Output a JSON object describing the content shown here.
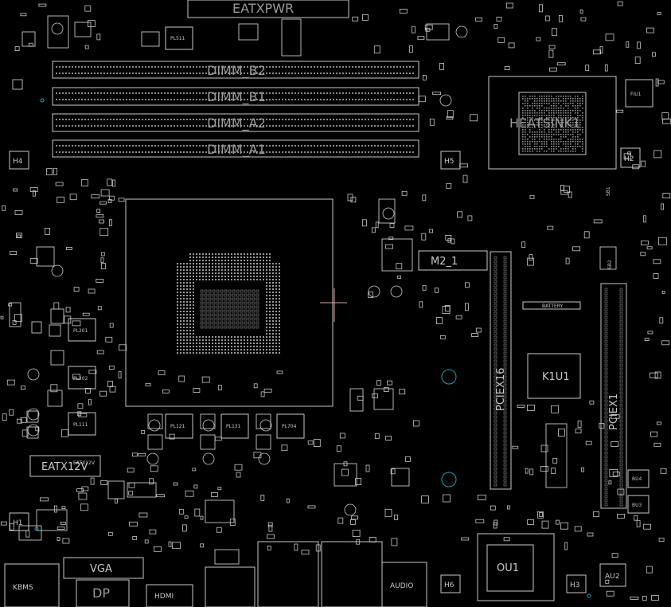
{
  "labels": {
    "eatxpwr": "EATXPWR",
    "dimm_b2": "DIMM_B2",
    "dimm_b1": "DIMM_B1",
    "dimm_a2": "DIMM_A2",
    "dimm_a1": "DIMM_A1",
    "heatsink": "HEATSINK1",
    "m2": "M2_1",
    "pciex16": "PCIEX16",
    "pciex1": "PCIEX1",
    "k1u1": "K1U1",
    "ou1": "OU1",
    "au2": "AU2",
    "bu3": "BU3",
    "bu4": "BU4",
    "eatx12v": "EATX12V",
    "eatx12v_small": "EATX12V",
    "vga": "VGA",
    "dp": "DP",
    "hdmi": "HDMI",
    "kbms": "KBMS",
    "audio": "AUDIO",
    "battery": "BATTERY",
    "pl511": "PL511",
    "pl201": "PL201",
    "pl202": "PL202",
    "pl111": "PL111",
    "pl121": "PL121",
    "pl131": "PL131",
    "pl704": "PL704",
    "fiu1": "FIU1",
    "h1": "H1",
    "h2": "H2",
    "h3": "H3",
    "h4": "H4",
    "h5": "H5",
    "h6": "H6",
    "sb1": "SB1",
    "sb2": "SB2"
  },
  "colors": {
    "background": "#000000",
    "silkscreen": "#c8c8c8",
    "label_dim": "#9a9a9a",
    "mounting_hole": "#1fa0b0",
    "cursor": "#d8a0a0"
  }
}
